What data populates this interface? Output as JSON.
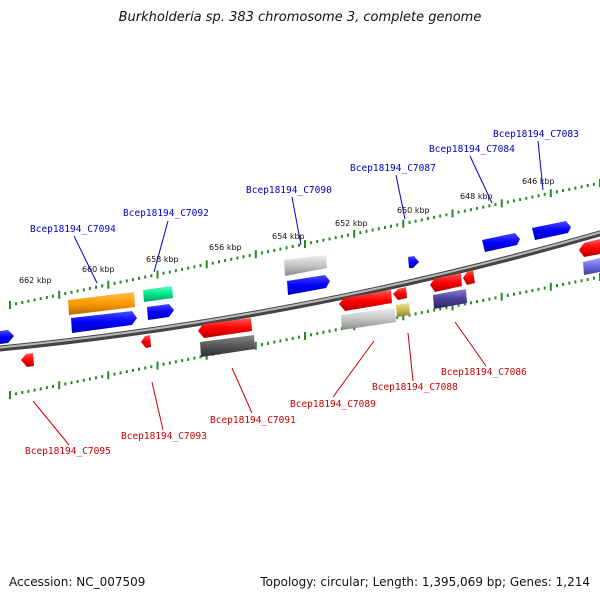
{
  "title": "Burkholderia sp. 383 chromosome 3, complete genome",
  "footer": {
    "accession": "Accession: NC_007509",
    "summary": "Topology: circular; Length: 1,395,069 bp; Genes: 1,214"
  },
  "colors": {
    "forward_label": "#0000cc",
    "reverse_label": "#cc0000",
    "ruler_ticks": "#228b22",
    "backbone": "#8c8c8c"
  },
  "ruler_labels": [
    "646 kbp",
    "648 kbp",
    "650 kbp",
    "652 kbp",
    "654 kbp",
    "656 kbp",
    "658 kbp",
    "660 kbp",
    "662 kbp"
  ],
  "gene_labels": [
    {
      "name": "Bcep18194_C7083",
      "strand": "forward"
    },
    {
      "name": "Bcep18194_C7084",
      "strand": "forward"
    },
    {
      "name": "Bcep18194_C7087",
      "strand": "forward"
    },
    {
      "name": "Bcep18194_C7090",
      "strand": "forward"
    },
    {
      "name": "Bcep18194_C7092",
      "strand": "forward"
    },
    {
      "name": "Bcep18194_C7094",
      "strand": "forward"
    },
    {
      "name": "Bcep18194_C7086",
      "strand": "reverse"
    },
    {
      "name": "Bcep18194_C7088",
      "strand": "reverse"
    },
    {
      "name": "Bcep18194_C7089",
      "strand": "reverse"
    },
    {
      "name": "Bcep18194_C7091",
      "strand": "reverse"
    },
    {
      "name": "Bcep18194_C7093",
      "strand": "reverse"
    },
    {
      "name": "Bcep18194_C7095",
      "strand": "reverse"
    }
  ]
}
